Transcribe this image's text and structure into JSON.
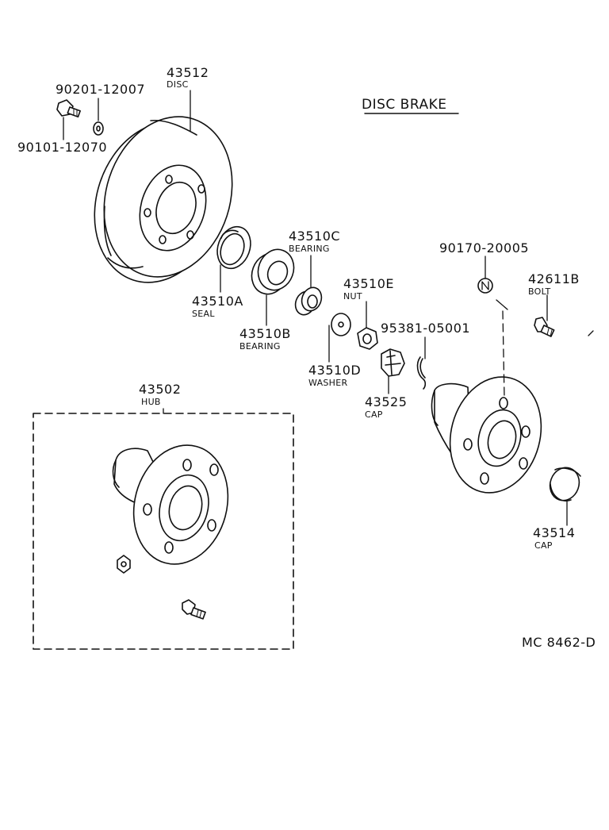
{
  "title": "DISC BRAKE",
  "footer_code": "MC 8462-D",
  "colors": {
    "ink": "#111111",
    "paper": "#ffffff"
  },
  "parts": [
    {
      "id": "disc",
      "number": "43512",
      "name": "DISC"
    },
    {
      "id": "bolt-upper",
      "number": "90201-12007",
      "name": ""
    },
    {
      "id": "bolt-lower",
      "number": "90101-12070",
      "name": ""
    },
    {
      "id": "seal",
      "number": "43510A",
      "name": "SEAL"
    },
    {
      "id": "bearing-inner",
      "number": "43510B",
      "name": "BEARING"
    },
    {
      "id": "bearing-outer",
      "number": "43510C",
      "name": "BEARING"
    },
    {
      "id": "nut",
      "number": "43510E",
      "name": "NUT"
    },
    {
      "id": "washer",
      "number": "43510D",
      "name": "WASHER"
    },
    {
      "id": "cotter-pin",
      "number": "95381-05001",
      "name": ""
    },
    {
      "id": "nut-cap",
      "number": "43525",
      "name": "CAP"
    },
    {
      "id": "hub-nut",
      "number": "90170-20005",
      "name": ""
    },
    {
      "id": "hub-bolt",
      "number": "42611B",
      "name": "BOLT"
    },
    {
      "id": "hub",
      "number": "43502",
      "name": "HUB"
    },
    {
      "id": "grease-cap",
      "number": "43514",
      "name": "CAP"
    }
  ]
}
